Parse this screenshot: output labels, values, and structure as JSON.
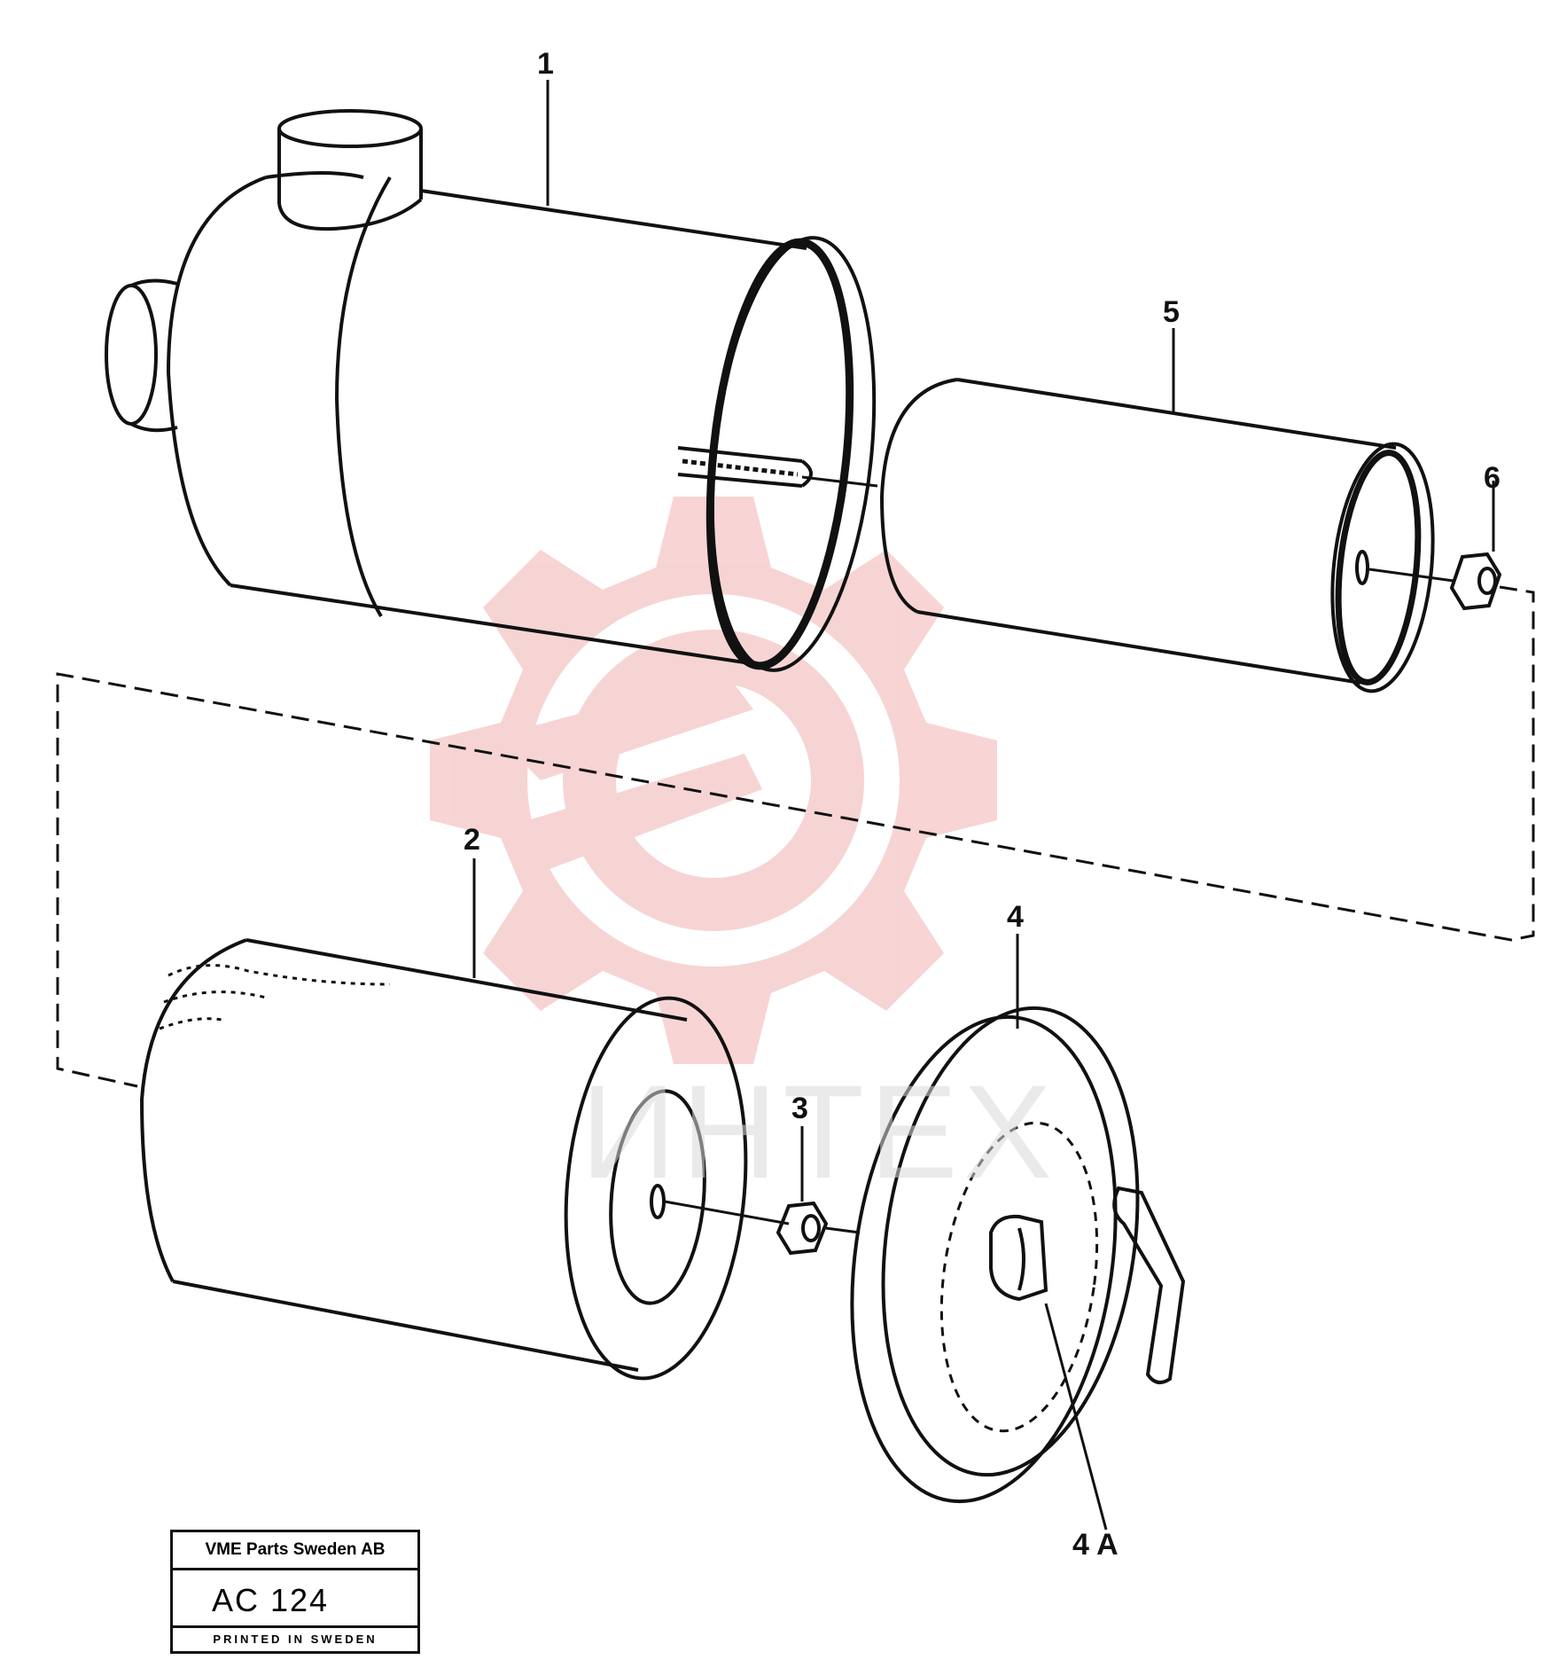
{
  "callouts": {
    "c1": "1",
    "c2": "2",
    "c3": "3",
    "c4": "4",
    "c4a": "4 A",
    "c5": "5",
    "c6": "6"
  },
  "watermark": {
    "text": "ИНТЕХ",
    "color": "#f5c6c6"
  },
  "title_block": {
    "company": "VME Parts Sweden AB",
    "code": "AC 124",
    "printed": "PRINTED IN SWEDEN"
  },
  "colors": {
    "line": "#111111",
    "background": "#ffffff"
  }
}
